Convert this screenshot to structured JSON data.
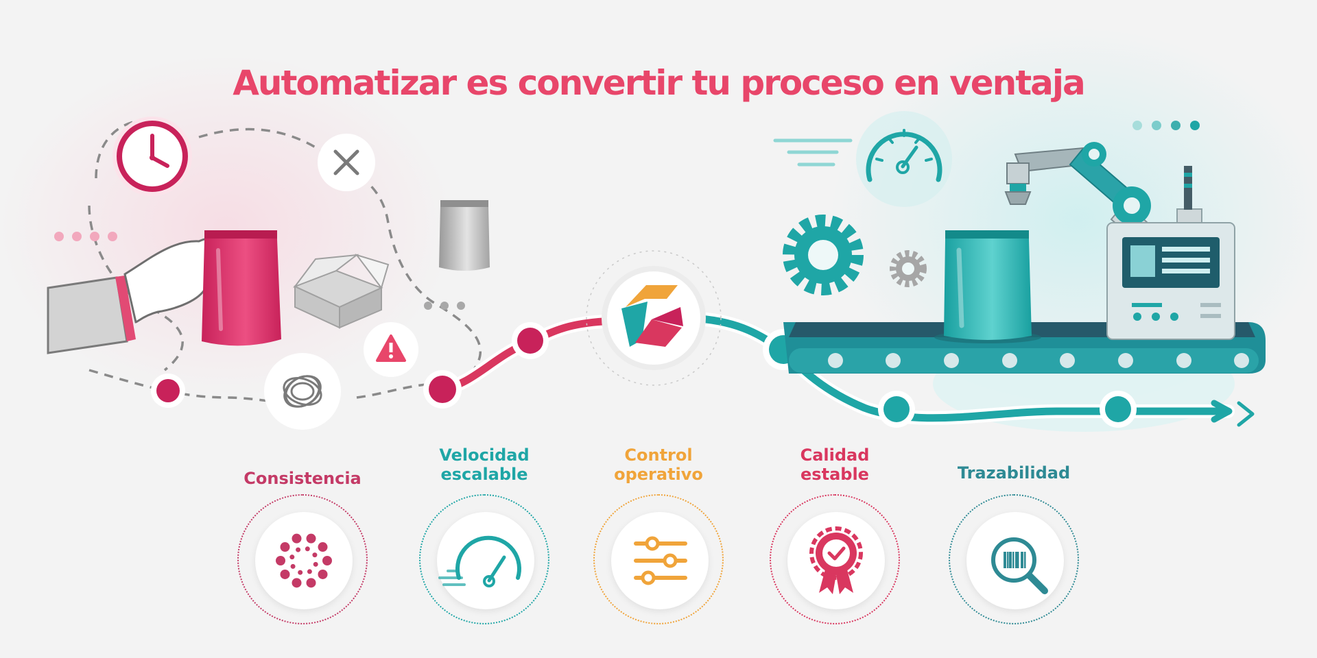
{
  "title": "Automatizar es convertir tu proceso en ventaja",
  "colors": {
    "pink": "#e8466a",
    "pink_dark": "#c43a66",
    "teal": "#1fa6a6",
    "teal_dark": "#2e8a94",
    "orange": "#f0a43a",
    "gray": "#8a8a8a",
    "background": "#f3f3f3"
  },
  "features": [
    {
      "label": "Consistencia",
      "icon": "dots-circle-icon",
      "color": "#c43a66"
    },
    {
      "label": "Velocidad escalable",
      "icon": "speedometer-icon",
      "color": "#1fa6a6"
    },
    {
      "label": "Control operativo",
      "icon": "sliders-icon",
      "color": "#f0a43a"
    },
    {
      "label": "Calidad estable",
      "icon": "quality-badge-icon",
      "color": "#d9375f"
    },
    {
      "label": "Trazabilidad",
      "icon": "barcode-search-icon",
      "color": "#2e8a94"
    }
  ],
  "manual_icons": [
    "clock-icon",
    "x-mark-icon",
    "warning-icon",
    "tangle-icon",
    "open-box-icon",
    "gray-pouch-icon",
    "pink-pouch-icon",
    "hand-icon"
  ],
  "automated_icons": [
    "speed-gauge-icon",
    "gear-icon",
    "robot-arm-icon",
    "conveyor-belt-icon",
    "teal-pouch-icon",
    "control-panel-icon"
  ],
  "logo": "brand-logo-icon"
}
